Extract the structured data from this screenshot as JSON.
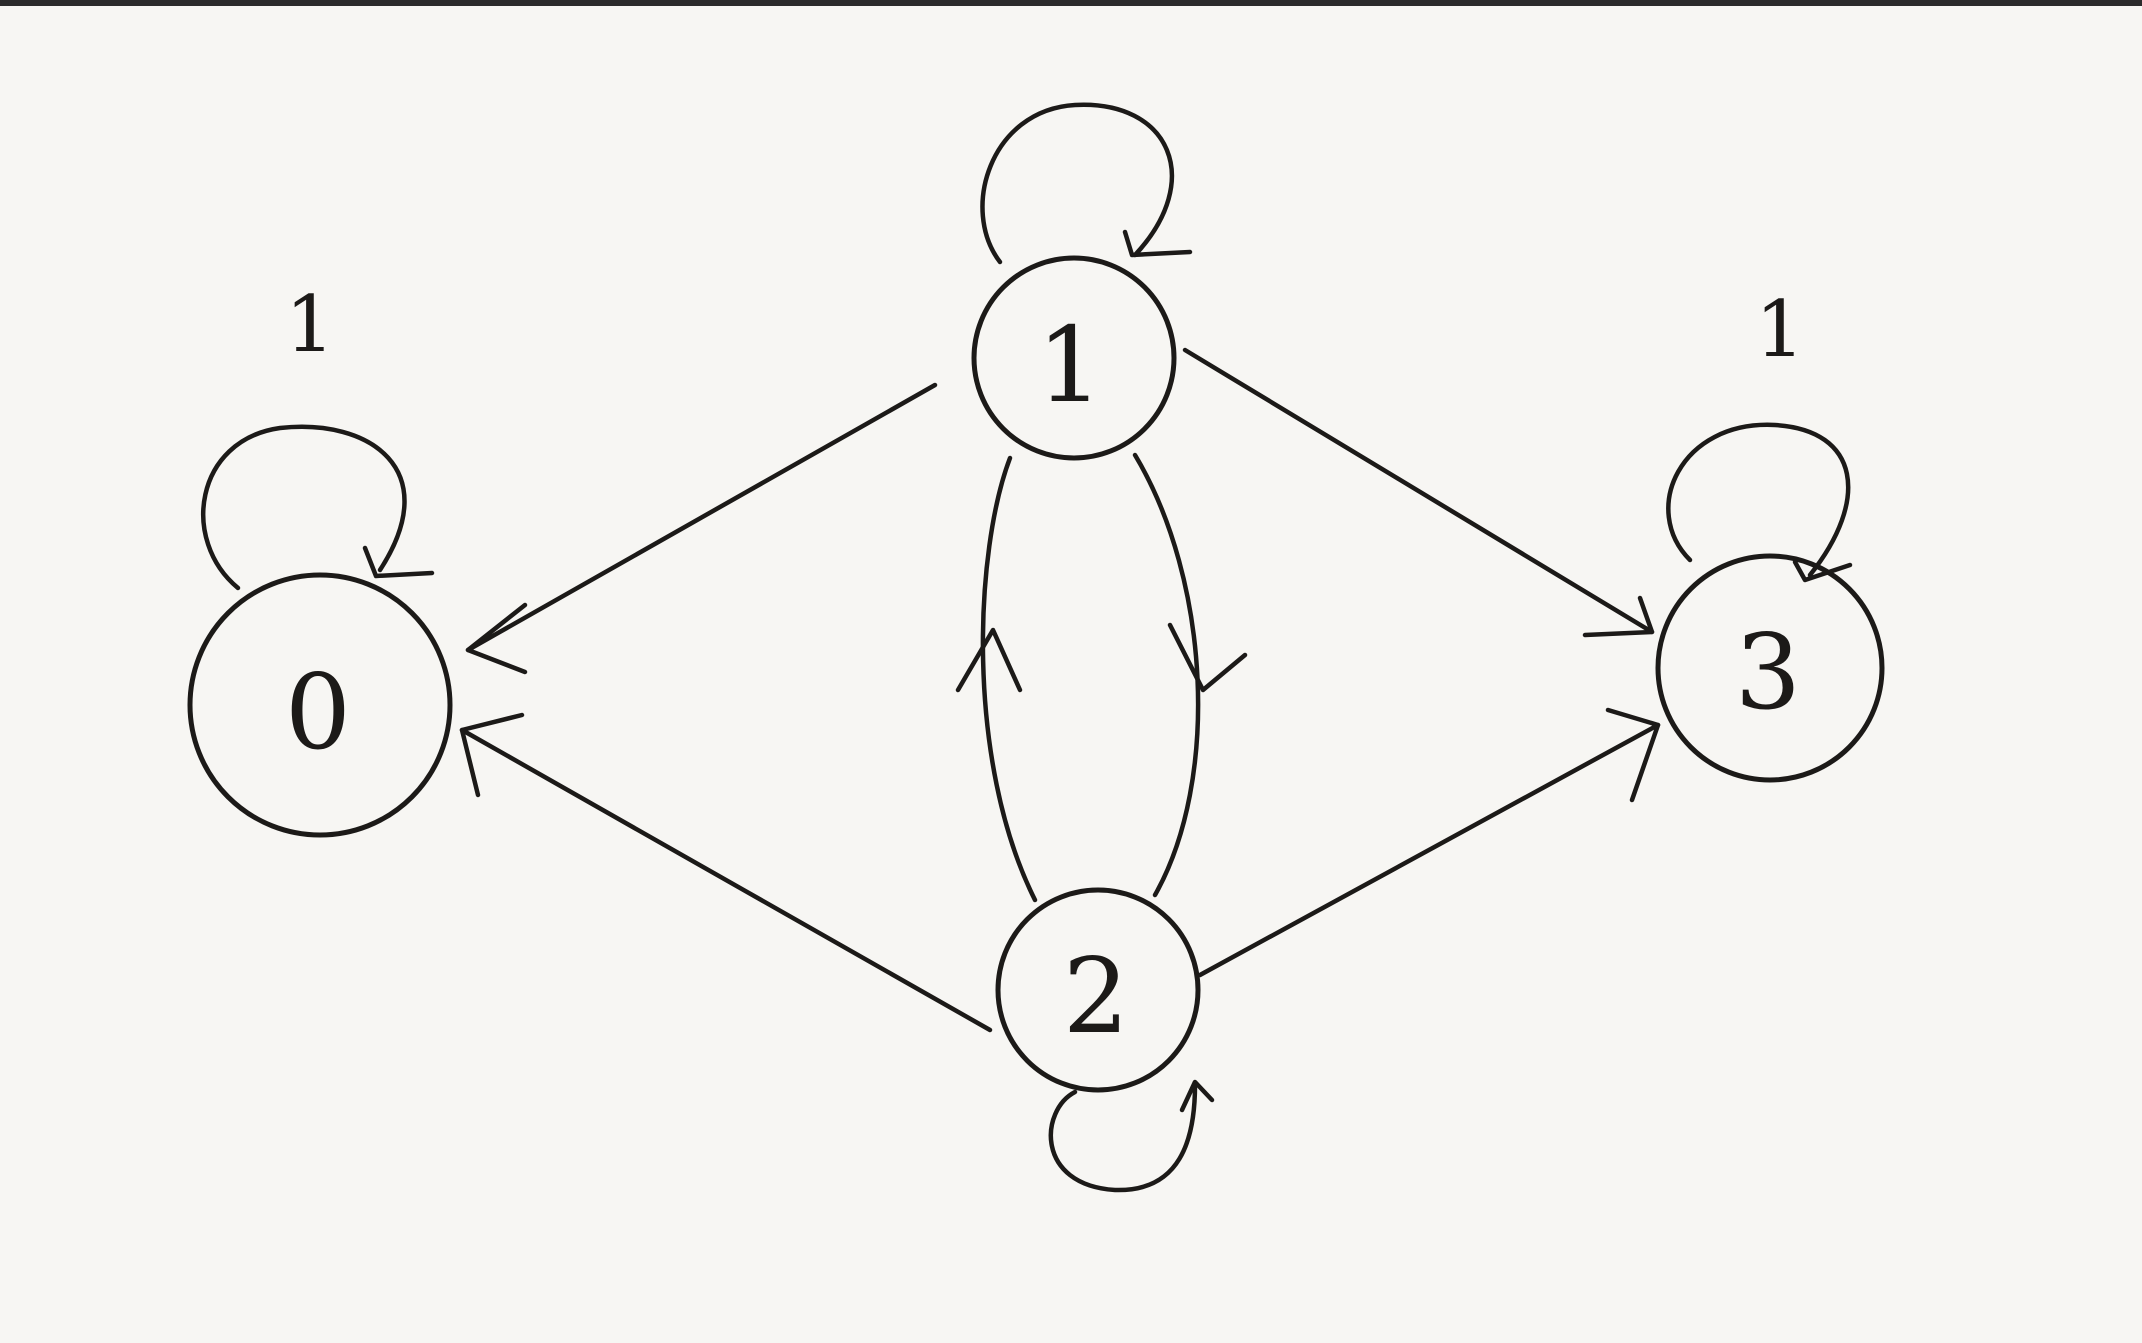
{
  "diagram": {
    "nodes": [
      {
        "id": "0",
        "label": "0",
        "loop_label": "1"
      },
      {
        "id": "1",
        "label": "1",
        "loop_label": ""
      },
      {
        "id": "2",
        "label": "2",
        "loop_label": ""
      },
      {
        "id": "3",
        "label": "3",
        "loop_label": "1"
      }
    ],
    "edges": [
      {
        "from": "0",
        "to": "0",
        "self_loop": true
      },
      {
        "from": "1",
        "to": "1",
        "self_loop": true
      },
      {
        "from": "2",
        "to": "2",
        "self_loop": true
      },
      {
        "from": "3",
        "to": "3",
        "self_loop": true
      },
      {
        "from": "1",
        "to": "0"
      },
      {
        "from": "2",
        "to": "0"
      },
      {
        "from": "1",
        "to": "3"
      },
      {
        "from": "2",
        "to": "3"
      },
      {
        "from": "1",
        "to": "2"
      },
      {
        "from": "2",
        "to": "1"
      }
    ]
  }
}
